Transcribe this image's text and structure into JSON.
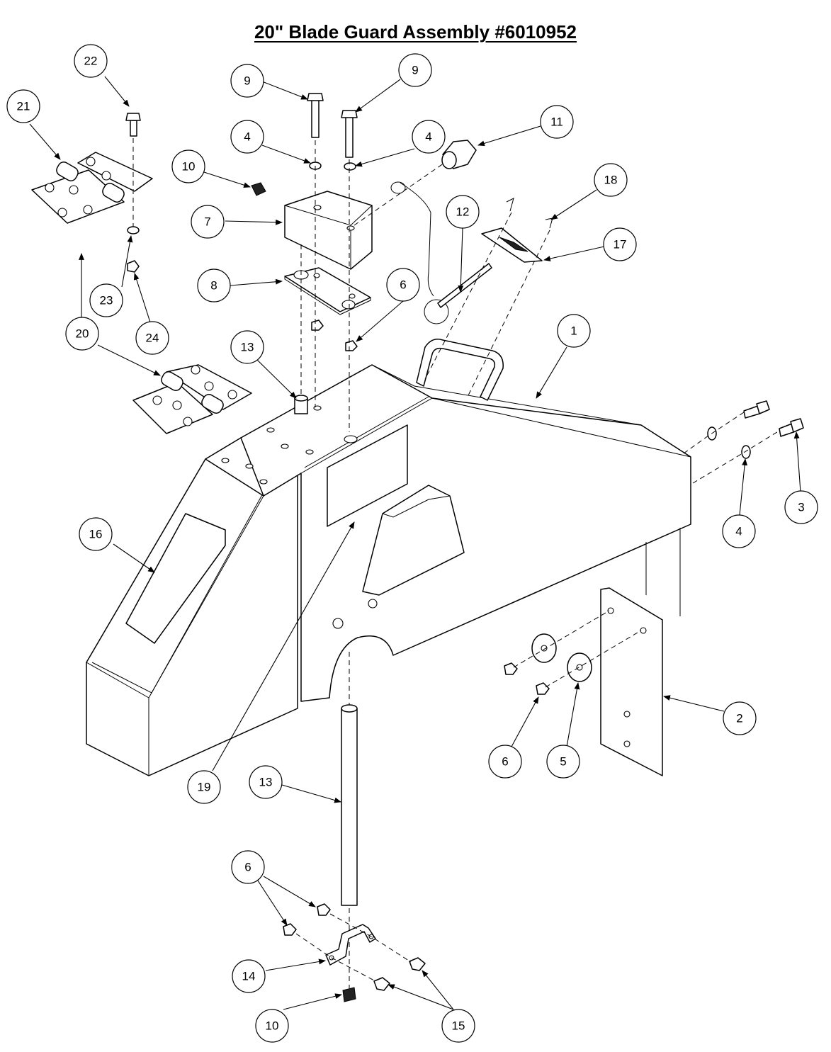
{
  "title": "20\" Blade Guard Assembly #6010952",
  "callouts": [
    {
      "id": "c22",
      "label": "22"
    },
    {
      "id": "c21",
      "label": "21"
    },
    {
      "id": "c9a",
      "label": "9"
    },
    {
      "id": "c9b",
      "label": "9"
    },
    {
      "id": "c4a",
      "label": "4"
    },
    {
      "id": "c4b",
      "label": "4"
    },
    {
      "id": "c11",
      "label": "11"
    },
    {
      "id": "c10a",
      "label": "10"
    },
    {
      "id": "c18",
      "label": "18"
    },
    {
      "id": "c7",
      "label": "7"
    },
    {
      "id": "c12",
      "label": "12"
    },
    {
      "id": "c17",
      "label": "17"
    },
    {
      "id": "c23",
      "label": "23"
    },
    {
      "id": "c8",
      "label": "8"
    },
    {
      "id": "c6a",
      "label": "6"
    },
    {
      "id": "c24",
      "label": "24"
    },
    {
      "id": "c20",
      "label": "20"
    },
    {
      "id": "c13a",
      "label": "13"
    },
    {
      "id": "c1",
      "label": "1"
    },
    {
      "id": "c3",
      "label": "3"
    },
    {
      "id": "c16",
      "label": "16"
    },
    {
      "id": "c4c",
      "label": "4"
    },
    {
      "id": "c2",
      "label": "2"
    },
    {
      "id": "c6b",
      "label": "6"
    },
    {
      "id": "c5",
      "label": "5"
    },
    {
      "id": "c19",
      "label": "19"
    },
    {
      "id": "c13b",
      "label": "13"
    },
    {
      "id": "c6c",
      "label": "6"
    },
    {
      "id": "c14",
      "label": "14"
    },
    {
      "id": "c10b",
      "label": "10"
    },
    {
      "id": "c15",
      "label": "15"
    }
  ]
}
